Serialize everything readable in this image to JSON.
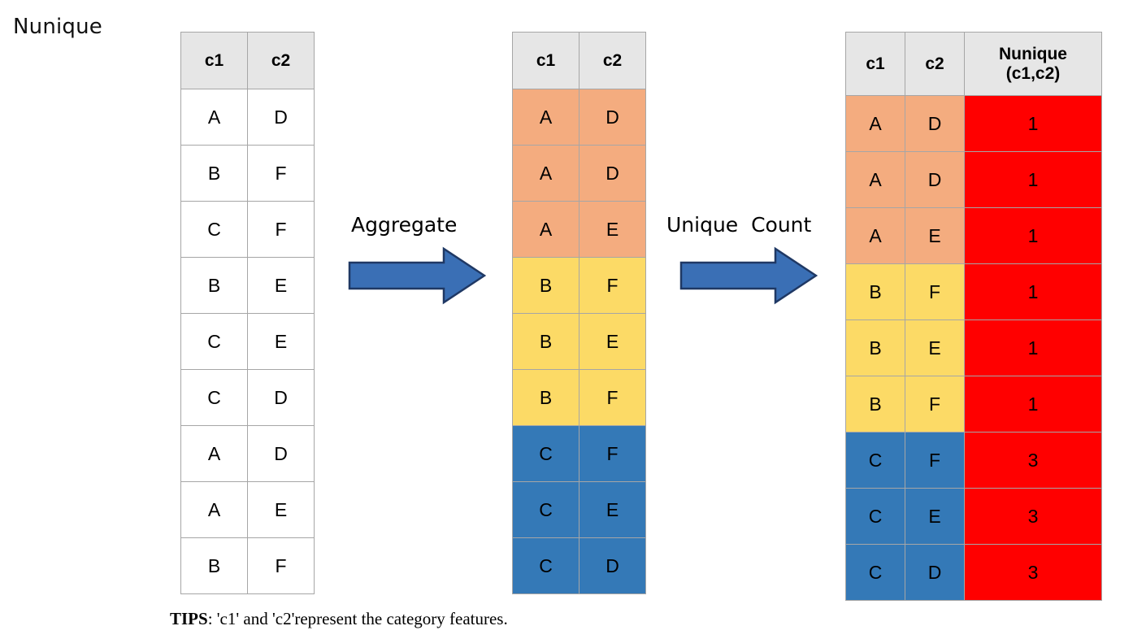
{
  "title": "Nunique",
  "tables": {
    "source": {
      "name": "source-table",
      "headers": [
        "c1",
        "c2"
      ],
      "rows": [
        {
          "cells": [
            "A",
            "D"
          ],
          "fill": "plain"
        },
        {
          "cells": [
            "B",
            "F"
          ],
          "fill": "plain"
        },
        {
          "cells": [
            "C",
            "F"
          ],
          "fill": "plain"
        },
        {
          "cells": [
            "B",
            "E"
          ],
          "fill": "plain"
        },
        {
          "cells": [
            "C",
            "E"
          ],
          "fill": "plain"
        },
        {
          "cells": [
            "C",
            "D"
          ],
          "fill": "plain"
        },
        {
          "cells": [
            "A",
            "D"
          ],
          "fill": "plain"
        },
        {
          "cells": [
            "A",
            "E"
          ],
          "fill": "plain"
        },
        {
          "cells": [
            "B",
            "F"
          ],
          "fill": "plain"
        }
      ]
    },
    "aggregated": {
      "name": "aggregated-table",
      "headers": [
        "c1",
        "c2"
      ],
      "rows": [
        {
          "cells": [
            "A",
            "D"
          ],
          "fill": "orange"
        },
        {
          "cells": [
            "A",
            "D"
          ],
          "fill": "orange"
        },
        {
          "cells": [
            "A",
            "E"
          ],
          "fill": "orange"
        },
        {
          "cells": [
            "B",
            "F"
          ],
          "fill": "yellow"
        },
        {
          "cells": [
            "B",
            "E"
          ],
          "fill": "yellow"
        },
        {
          "cells": [
            "B",
            "F"
          ],
          "fill": "yellow"
        },
        {
          "cells": [
            "C",
            "F"
          ],
          "fill": "blue"
        },
        {
          "cells": [
            "C",
            "E"
          ],
          "fill": "blue"
        },
        {
          "cells": [
            "C",
            "D"
          ],
          "fill": "blue"
        }
      ]
    },
    "result": {
      "name": "result-table",
      "headers": [
        "c1",
        "c2",
        "Nunique\n(c1,c2)"
      ],
      "header_nunique_line1": "Nunique",
      "header_nunique_line2": "(c1,c2)",
      "rows": [
        {
          "cells": [
            "A",
            "D",
            "1"
          ],
          "fill": "orange"
        },
        {
          "cells": [
            "A",
            "D",
            "1"
          ],
          "fill": "orange"
        },
        {
          "cells": [
            "A",
            "E",
            "1"
          ],
          "fill": "orange"
        },
        {
          "cells": [
            "B",
            "F",
            "1"
          ],
          "fill": "yellow"
        },
        {
          "cells": [
            "B",
            "E",
            "1"
          ],
          "fill": "yellow"
        },
        {
          "cells": [
            "B",
            "F",
            "1"
          ],
          "fill": "yellow"
        },
        {
          "cells": [
            "C",
            "F",
            "3"
          ],
          "fill": "blue"
        },
        {
          "cells": [
            "C",
            "E",
            "3"
          ],
          "fill": "blue"
        },
        {
          "cells": [
            "C",
            "D",
            "3"
          ],
          "fill": "blue"
        }
      ]
    }
  },
  "arrows": [
    {
      "name": "aggregate",
      "label": "Aggregate",
      "icon": "right-arrow-icon"
    },
    {
      "name": "unique-count",
      "label": "Unique  Count",
      "icon": "right-arrow-icon"
    }
  ],
  "caption": {
    "strong": "TIPS",
    "text": ": 'c1' and 'c2'represent the category features."
  },
  "colors": {
    "orange": "#f4ac7f",
    "yellow": "#fcda66",
    "blue": "#3479b7",
    "red": "#ff0000",
    "header_gray": "#e6e6e6",
    "border_gray": "#a6a6a6",
    "arrow_fill": "#3a6fb5",
    "arrow_stroke": "#1f3864"
  }
}
